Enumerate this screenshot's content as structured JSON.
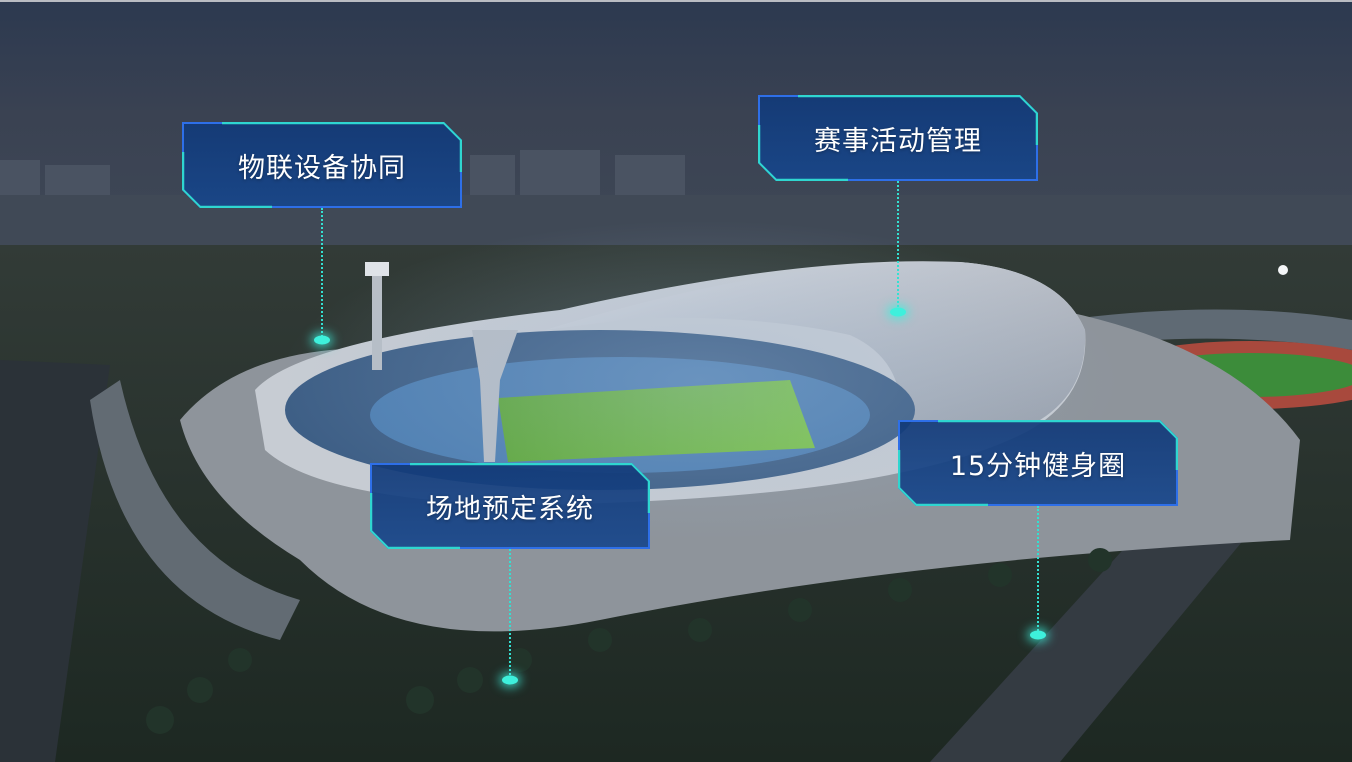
{
  "labels": {
    "iot_devices": "物联设备协同",
    "event_management": "赛事活动管理",
    "venue_booking": "场地预定系统",
    "fitness_circle": "15分钟健身圈"
  },
  "colors": {
    "card_fill": "#14407f",
    "card_border_cyan": "#2fd6d0",
    "card_border_blue": "#2e6fe8",
    "connector": "#34e0d2",
    "sky": "#2d3a52",
    "field": "#6fb23a"
  }
}
